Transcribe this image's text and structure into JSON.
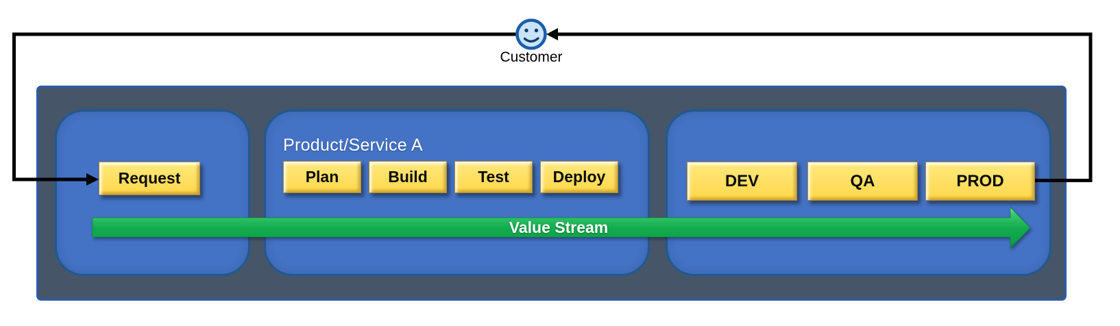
{
  "diagram": {
    "customer": {
      "label": "Customer"
    },
    "container": {
      "product_label": "Product/Service A",
      "request_button": "Request",
      "stages": [
        {
          "label": "Plan"
        },
        {
          "label": "Build"
        },
        {
          "label": "Test"
        },
        {
          "label": "Deploy"
        }
      ],
      "environments": [
        {
          "label": "DEV"
        },
        {
          "label": "QA"
        },
        {
          "label": "PROD"
        }
      ],
      "value_stream_label": "Value Stream"
    },
    "colors": {
      "outer_container_fill": "#475569",
      "outer_container_border": "#2B5BA7",
      "team_box_fill": "#4472C4",
      "team_box_border": "#1E5A92",
      "button_fill": "#FFE065",
      "button_border": "#AD8C2F",
      "value_stream_green": "#12AC4E",
      "connector_black": "#000000",
      "customer_face_fill": "#C9E3F8",
      "customer_face_stroke": "#1A5EA8"
    }
  }
}
